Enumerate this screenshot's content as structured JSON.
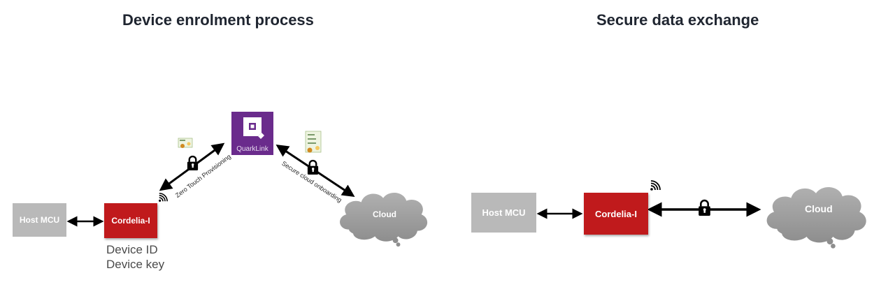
{
  "left_panel": {
    "title": "Device enrolment process",
    "host_mcu": "Host MCU",
    "cordelia": "Cordelia-I",
    "device_lines": [
      "Device ID",
      "Device key"
    ],
    "quarklink": "QuarkLink",
    "ztp_label": "Zero Touch Provisioning",
    "cloud_onboarding_label": "Secure cloud onboarding",
    "cloud": "Cloud"
  },
  "right_panel": {
    "title": "Secure data exchange",
    "host_mcu": "Host MCU",
    "cordelia": "Cordelia-I",
    "cloud": "Cloud"
  },
  "colors": {
    "cordelia_red": "#c01a1c",
    "host_gray": "#b9b9b9",
    "cloud_gray": "#9a9a9a",
    "quarklink_purple": "#6a2b8c"
  }
}
